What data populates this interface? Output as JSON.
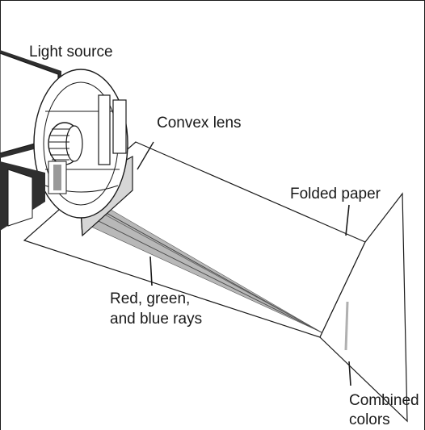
{
  "labels": {
    "light_source": "Light source",
    "convex_lens": "Convex lens",
    "folded_paper": "Folded paper",
    "rays_line1": "Red, green,",
    "rays_line2": "and blue rays",
    "combined_line1": "Combined",
    "combined_line2": "colors"
  },
  "colors": {
    "ink": "#1a1a1a",
    "beam": "#a8a8a8",
    "paper": "#ffffff",
    "lens": "#d2d2d2",
    "housing_dark": "#3a3a3a"
  }
}
